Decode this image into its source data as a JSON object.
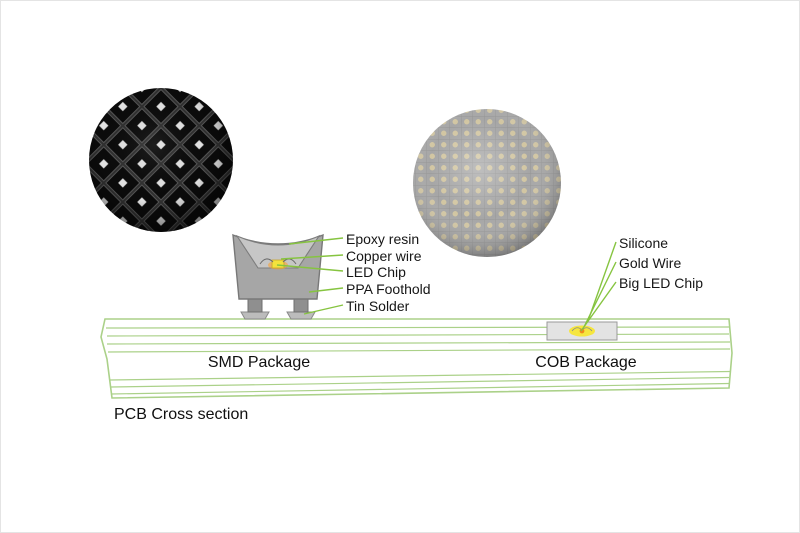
{
  "title": "PCB Cross section",
  "smd": {
    "package_label": "SMD Package",
    "part_labels": [
      "Epoxy resin",
      "Copper wire",
      "LED Chip",
      "PPA Foothold",
      "Tin Solder"
    ],
    "closeup_photo": "smd-led-module-closeup"
  },
  "cob": {
    "package_label": "COB Package",
    "part_labels": [
      "Silicone",
      "Gold Wire",
      "Big LED Chip"
    ],
    "closeup_photo": "cob-led-module-closeup"
  },
  "colors": {
    "connector_line_green": "#86c440",
    "pcb_outline_green": "#abd189",
    "package_body_gray": "#a6a6a6",
    "led_chip_yellow": "#f4e23d"
  }
}
